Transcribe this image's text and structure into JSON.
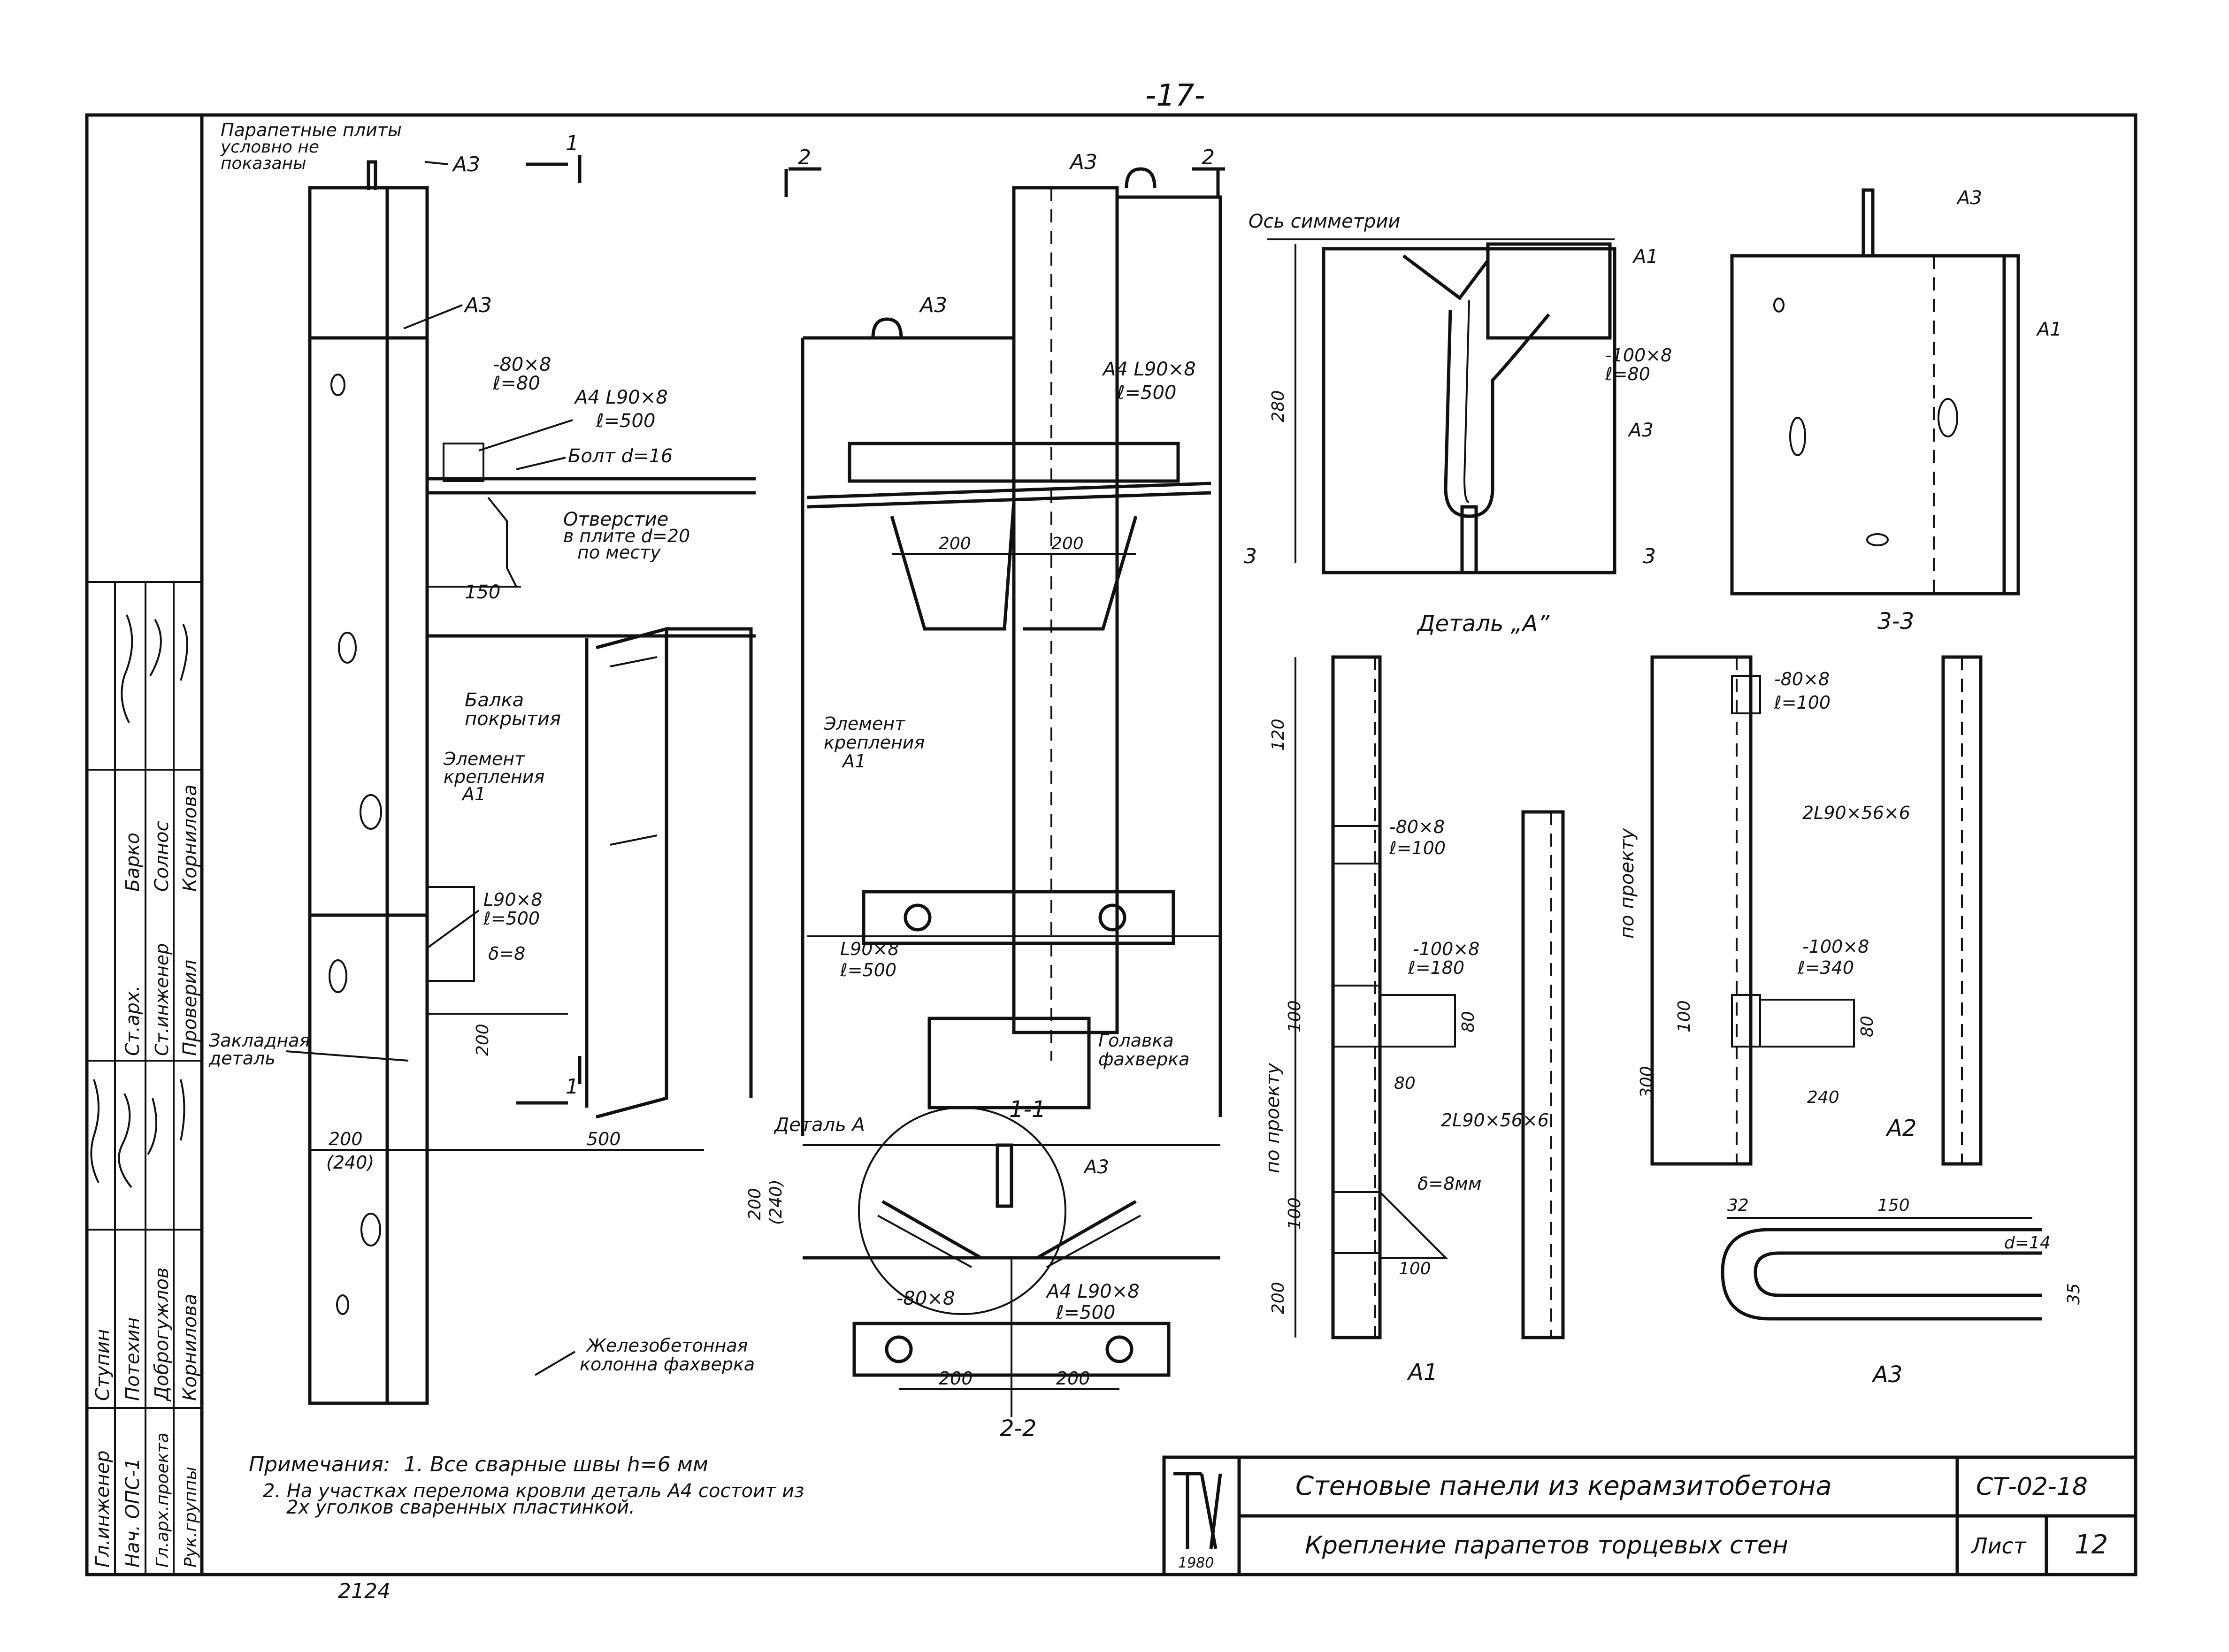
{
  "page": {
    "number": "-17-",
    "handwritten_number": "2124"
  },
  "callouts": {
    "parapet_note": [
      "Парапетные плиты",
      "условно не",
      "показаны"
    ],
    "a3": "А3",
    "a1": "А1",
    "bolt": "Болт d=16",
    "bolt_hole": [
      "Отверстие",
      "в плите d=20",
      "по месту"
    ],
    "a4_angle": "А4 L90×8",
    "a4_len": "ℓ=500",
    "plate_80": "-80×8",
    "plate_80_len": "ℓ=80",
    "roof_beam": [
      "Балка",
      "покрытия"
    ],
    "fix_element_left": [
      "Элемент",
      "крепления",
      "А1"
    ],
    "fix_element_mid": [
      "Элемент",
      "крепления",
      "А1"
    ],
    "angle_l90": "L90×8",
    "angle_len500": "ℓ=500",
    "weld_8": "δ=8",
    "embedded": [
      "Закладная",
      "деталь"
    ],
    "rc_column": [
      "Железобетонная",
      "колонна фахверка"
    ],
    "column_head": [
      "Голавка",
      "фахверка"
    ],
    "symmetry_axis": "Ось симметрии",
    "plate_100": "-100×8",
    "detail_a_link": "Деталь А",
    "plate_80x8": "-80×8",
    "a4_l90": "А4 L90×8",
    "a4_l500": "ℓ=500",
    "l90x8_small": "L90×8",
    "l500_small": "ℓ=500"
  },
  "dimensions": {
    "d200": "200",
    "d150": "150",
    "d500": "500",
    "d200_240": [
      "200",
      "(240)"
    ],
    "d280": "280",
    "d120": "120",
    "d100": "100",
    "d80": "80",
    "d300": "300",
    "d240": "240",
    "d32": "32",
    "d35": "35",
    "d14": "d=14",
    "dim_200_2": "200",
    "dim_200_3": "200"
  },
  "views": {
    "section_1_1": "1-1",
    "section_2_2": "2-2",
    "section_3_3": "3-3",
    "detail_a": "Деталь „А”",
    "part_a1": "А1",
    "part_a2": "А2",
    "part_a3": "А3",
    "cut_1": "1",
    "cut_2": "2",
    "cut_3": "3"
  },
  "part_a1": {
    "plate1": "-80×8",
    "plate1_len": "ℓ=100",
    "plate2": "-100×8",
    "plate2_len": "ℓ=180",
    "angles": "2L90×56×6",
    "weld": "δ=8мм",
    "by_project": "по проекту"
  },
  "part_a2": {
    "plate1": "-80×8",
    "plate1_len": "ℓ=100",
    "angles": "2L90×56×6",
    "plate2": "-100×8",
    "plate2_len": "ℓ=340",
    "by_project": "по проекту"
  },
  "notes": {
    "heading": "Примечания:",
    "line1": "1. Все сварные швы h=6 мм",
    "line2": "2. На участках перелома кровли деталь А4 состоит из",
    "line3": "2х уголков сваренных пластинкой."
  },
  "title_block": {
    "title1": "Стеновые панели из керамзитобетона",
    "title2": "Крепление парапетов торцевых стен",
    "code": "СТ-02-18",
    "sheet_label": "Лист",
    "sheet_no": "12",
    "logo_year": "1980"
  },
  "signatures": [
    {
      "role": "Гл.инженер",
      "name": "Ступин"
    },
    {
      "role": "Нач. ОПС-1",
      "name": "Потехин"
    },
    {
      "role": "Гл.арх.проекта",
      "name": "Доброгужлов"
    },
    {
      "role": "Рук.группы",
      "name": "Корнилова"
    },
    {
      "role": "Ст.арх.",
      "name": "Барко"
    },
    {
      "role": "Ст.инженер",
      "name": "Солнос"
    },
    {
      "role": "Проверил",
      "name": "Корнилова"
    }
  ]
}
